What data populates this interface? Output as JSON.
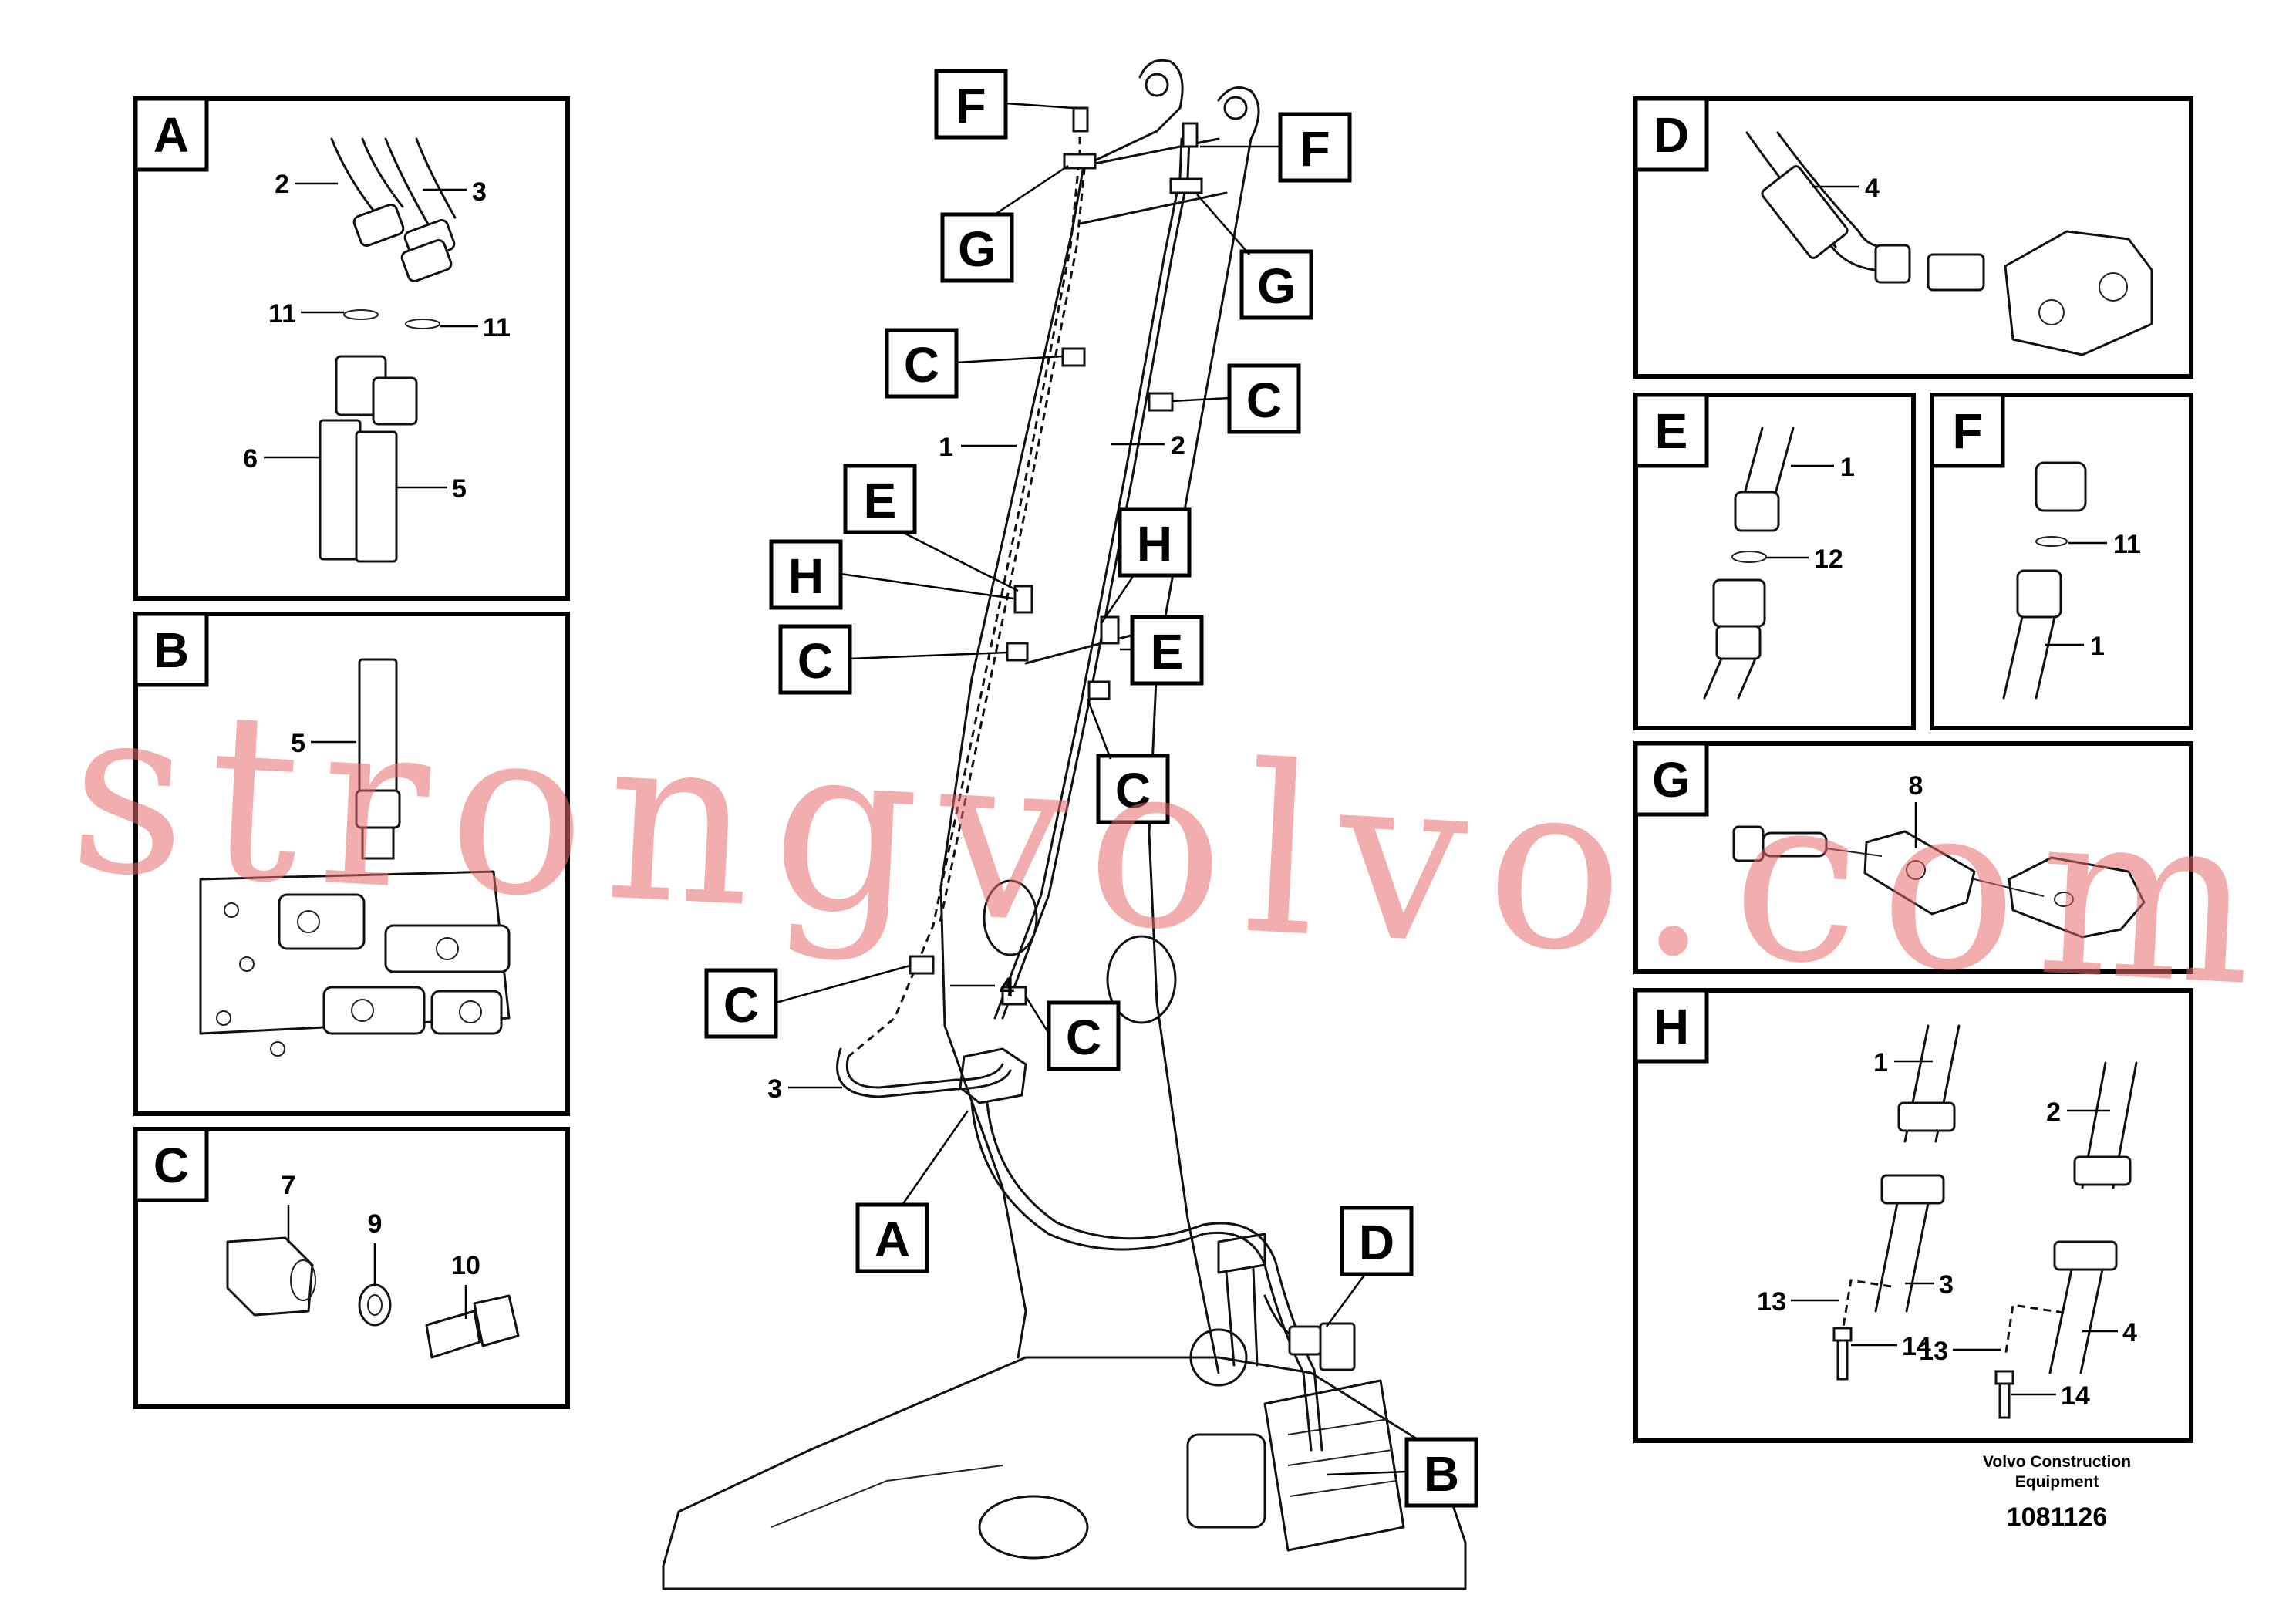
{
  "panels": {
    "A": {
      "tag": "A",
      "labels": {
        "l2": "2",
        "l3": "3",
        "l11a": "11",
        "l11b": "11",
        "l6": "6",
        "l5": "5"
      }
    },
    "B": {
      "tag": "B",
      "labels": {
        "l5": "5"
      }
    },
    "C": {
      "tag": "C",
      "labels": {
        "l7": "7",
        "l9": "9",
        "l10": "10"
      }
    },
    "D": {
      "tag": "D",
      "labels": {
        "l4": "4"
      }
    },
    "E": {
      "tag": "E",
      "labels": {
        "l1": "1",
        "l12": "12"
      }
    },
    "F": {
      "tag": "F",
      "labels": {
        "l11": "11",
        "l1": "1"
      }
    },
    "G": {
      "tag": "G",
      "labels": {
        "l8": "8"
      }
    },
    "H": {
      "tag": "H",
      "labels": {
        "l1": "1",
        "l2": "2",
        "l3": "3",
        "l4": "4",
        "l13a": "13",
        "l13b": "13",
        "l14a": "14",
        "l14b": "14"
      }
    }
  },
  "main": {
    "callouts": {
      "F_left": "F",
      "F_right": "F",
      "G_left": "G",
      "G_right": "G",
      "C_1": "C",
      "C_2": "C",
      "C_3": "C",
      "C_4": "C",
      "C_5": "C",
      "C_6": "C",
      "E_left": "E",
      "E_right": "E",
      "H_left": "H",
      "H_right": "H",
      "A": "A",
      "D": "D",
      "B": "B"
    },
    "part_labels": {
      "p1": "1",
      "p2": "2",
      "p3": "3",
      "p4": "4"
    }
  },
  "footer": {
    "company_line1": "Volvo Construction",
    "company_line2": "Equipment",
    "doc_number": "1081126"
  },
  "watermark": "strongvolvo.com"
}
